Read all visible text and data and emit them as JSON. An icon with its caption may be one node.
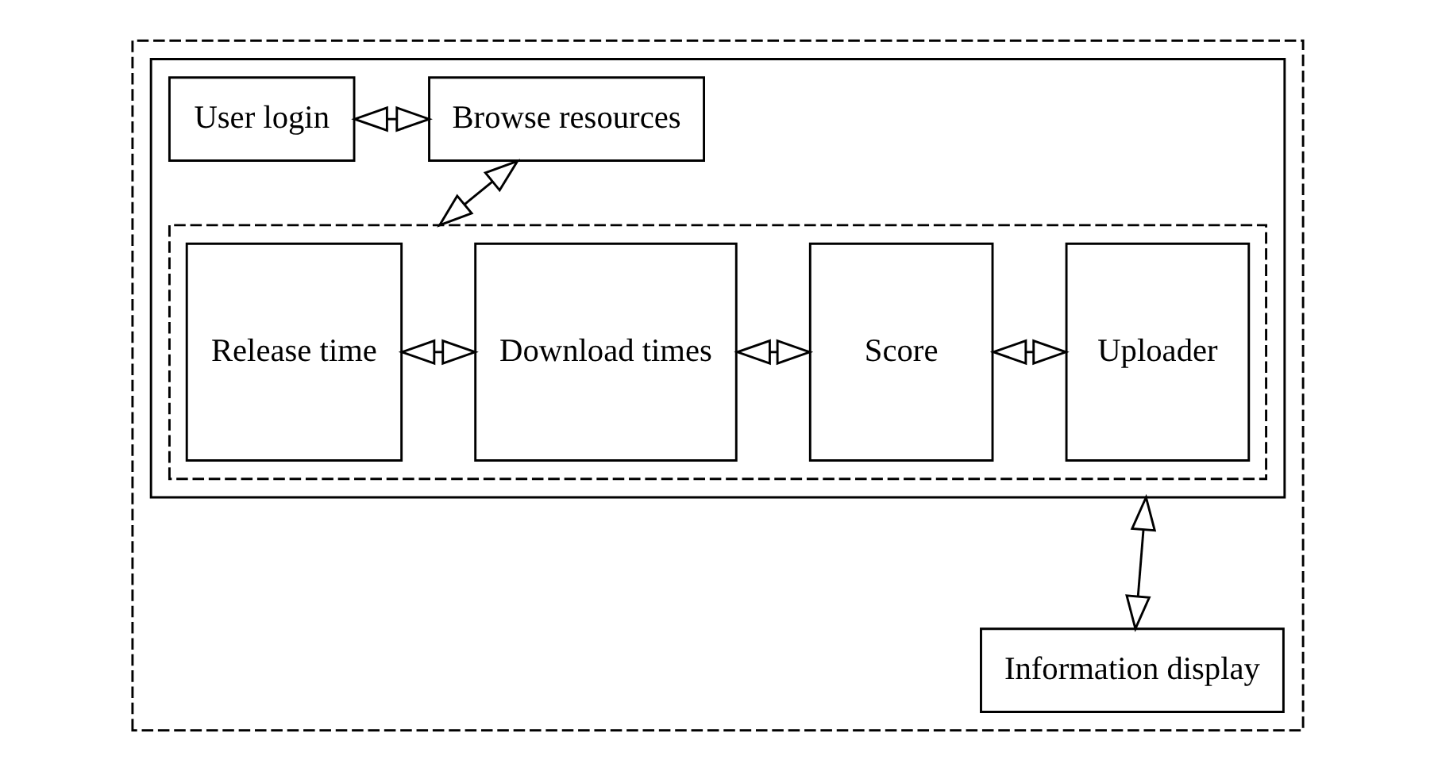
{
  "diagram": {
    "nodes": [
      {
        "text": [],
        "shape": "box"
      },
      {
        "text": [],
        "shape": "box",
        "in": 0
      },
      {
        "text": [
          "User login"
        ],
        "in": 1
      },
      {
        "text": [
          "Browse resources"
        ],
        "in": 1
      },
      {
        "text": [],
        "shape": "box",
        "in": 1
      },
      {
        "text": [
          "Release time"
        ],
        "in": 4
      },
      {
        "text": [
          "Download times"
        ],
        "in": 4
      },
      {
        "text": [
          "Score"
        ],
        "in": 4
      },
      {
        "text": [
          "Uploader"
        ],
        "in": 4
      },
      {
        "text": [
          "Information display"
        ],
        "in": 0
      }
    ],
    "edges": [
      {
        "from": 2,
        "to": 3,
        "arrow": "both"
      },
      {
        "from": 3,
        "to": 4,
        "arrow": "both"
      },
      {
        "from": 5,
        "to": 6,
        "arrow": "both"
      },
      {
        "from": 6,
        "to": 7,
        "arrow": "both"
      },
      {
        "from": 7,
        "to": 8,
        "arrow": "both"
      },
      {
        "from": 1,
        "to": 9,
        "arrow": "both"
      }
    ]
  }
}
